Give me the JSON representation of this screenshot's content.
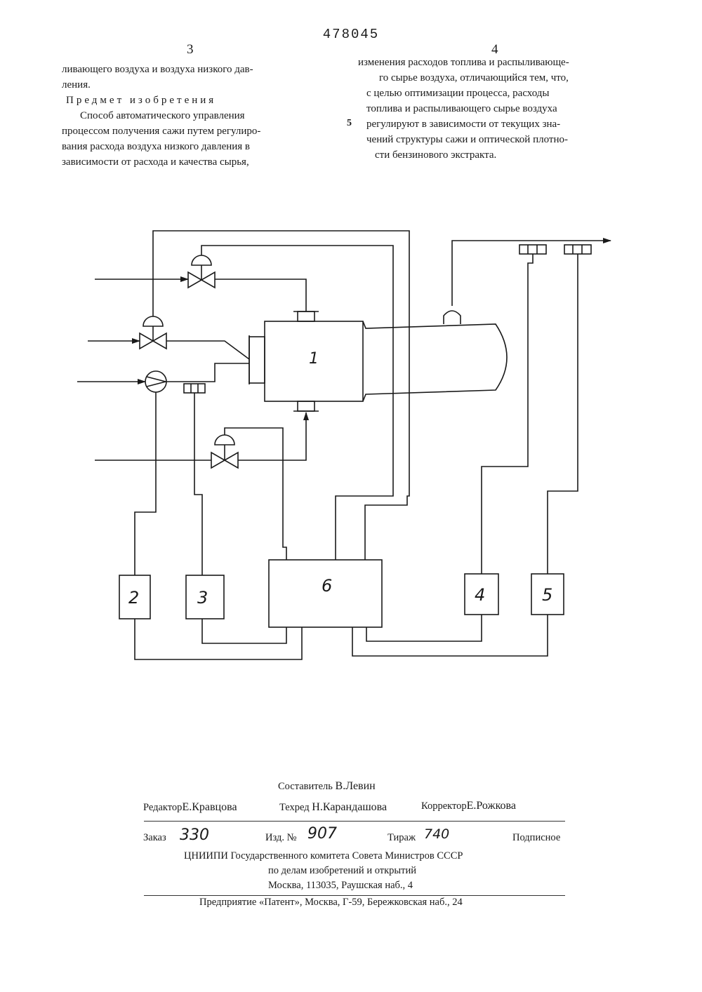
{
  "header": {
    "patent_number": "478045",
    "col_left_number": "3",
    "col_right_number": "4"
  },
  "left_column": {
    "lines": [
      "ливающего воздуха и воздуха низкого дав-",
      "ления."
    ],
    "heading": "Предмет изобретения",
    "claim_lines": [
      "Способ автоматического управления",
      "процессом получения сажи путем регулиро-",
      "вания расхода воздуха низкого давления в",
      "зависимости от расхода и качества сырья,"
    ]
  },
  "right_column": {
    "lines": [
      "изменения расходов топлива и распыливающе-",
      "го сырье воздуха, отличающийся тем, что,",
      "с целью оптимизации процесса, расходы",
      "топлива и распыливающего сырье воздуха",
      "регулируют в зависимости от текущих зна-",
      "чений структуры сажи и оптической плотно-",
      "сти бензинового экстракта."
    ],
    "line_number_marker": "5"
  },
  "diagram": {
    "labels": {
      "reactor": "1",
      "block_2": "2",
      "block_3": "3",
      "block_4": "4",
      "block_5": "5",
      "block_6": "6"
    }
  },
  "imprint": {
    "compiler_label": "Составитель",
    "compiler": "В.Левин",
    "editor_label": "Редактор",
    "editor": "Е.Кравцова",
    "techred_label": "Техред",
    "techred": "Н.Карандашова",
    "corrector_label": "Корректор",
    "corrector": "Е.Рожкова",
    "order_label": "Заказ",
    "order": "330",
    "issue_label": "Изд. №",
    "issue": "907",
    "print_run_label": "Тираж",
    "print_run": "740",
    "subscription": "Подписное",
    "org_line1": "ЦНИИПИ Государственного комитета Совета Министров СССР",
    "org_line2": "по делам изобретений и открытий",
    "org_line3": "Москва, 113035, Раушская наб., 4",
    "enterprise": "Предприятие «Патент», Москва, Г-59, Бережковская наб., 24"
  }
}
